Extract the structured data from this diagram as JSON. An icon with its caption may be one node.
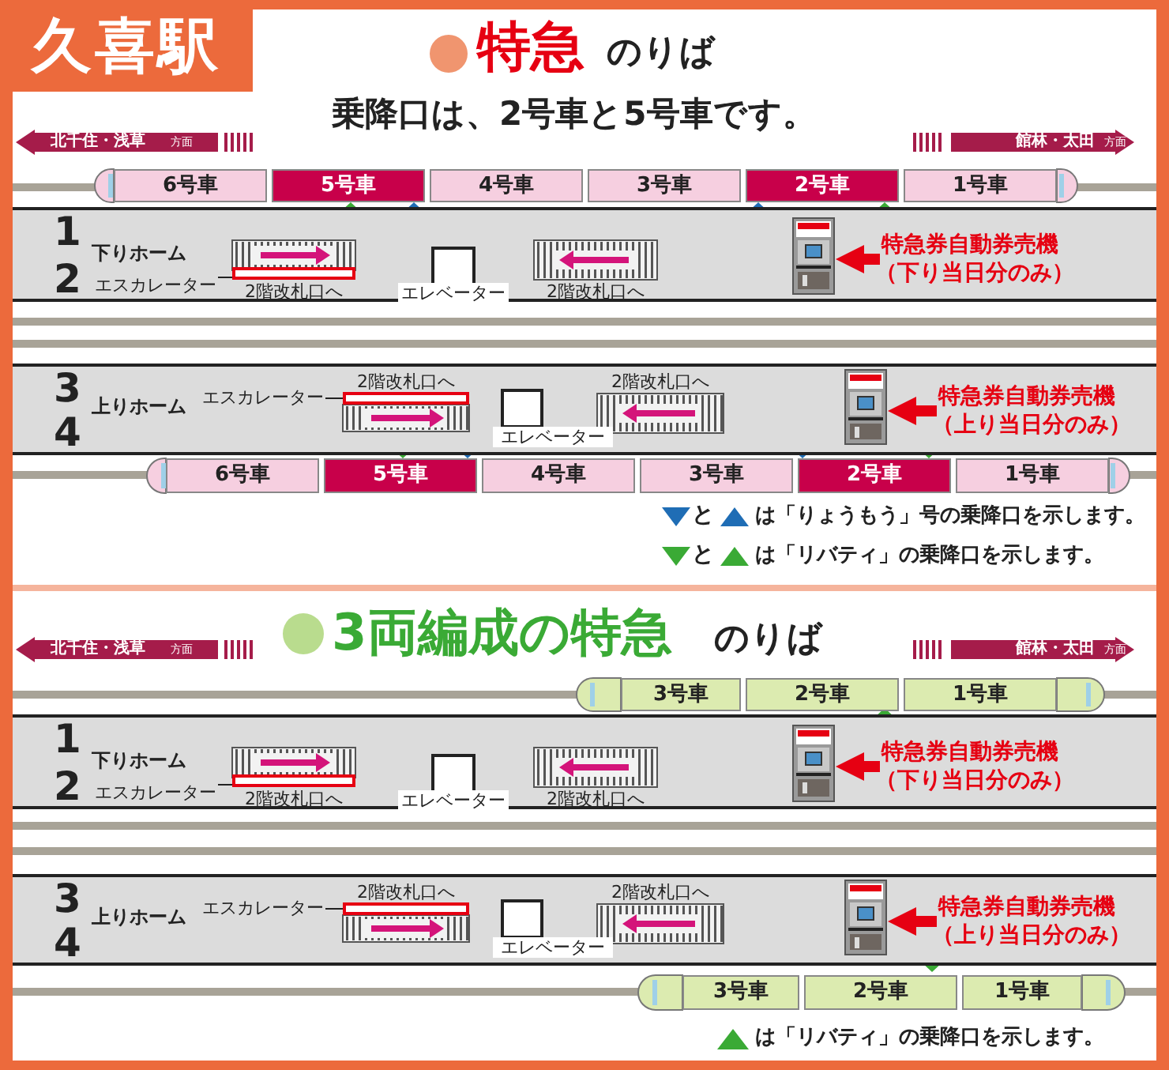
{
  "diagram": {
    "title": "久喜駅",
    "nodes": [
      {
        "text": [
          "北千住・浅草",
          "方面"
        ]
      },
      {
        "text": [
          "館林・太田",
          "方面"
        ]
      },
      {
        "text": [
          "6号車"
        ]
      },
      {
        "text": [
          "5号車"
        ]
      },
      {
        "text": [
          "4号車"
        ]
      },
      {
        "text": [
          "3号車"
        ]
      },
      {
        "text": [
          "2号車"
        ]
      },
      {
        "text": [
          "1号車"
        ]
      },
      {
        "text": [
          "1",
          "下りホーム",
          "2"
        ]
      },
      {
        "text": [
          "2階改札口へ"
        ],
        "in": 8
      },
      {
        "text": [],
        "shape": "box",
        "in": 8
      },
      {
        "text": [
          "エスカレーター"
        ],
        "in": 8
      },
      {
        "text": [
          "エレベーター"
        ],
        "in": 8
      },
      {
        "text": [
          "2階改札口へ"
        ],
        "in": 8
      },
      {
        "text": [],
        "shape": "picture",
        "in": 8
      },
      {
        "text": [
          "特急券自動券売機",
          "（下り当日分のみ）"
        ],
        "in": 8
      },
      {
        "text": [
          "3",
          "上りホーム",
          "4"
        ]
      },
      {
        "text": [
          "エスカレーター"
        ],
        "in": 16
      },
      {
        "text": [
          "2階改札口へ"
        ],
        "in": 16
      },
      {
        "text": [],
        "shape": "box",
        "in": 16
      },
      {
        "text": [
          "エレベーター"
        ],
        "in": 16
      },
      {
        "text": [
          "2階改札口へ"
        ],
        "in": 16
      },
      {
        "text": [],
        "shape": "picture",
        "in": 16
      },
      {
        "text": [
          "特急券自動券売機",
          "（上り当日分のみ）"
        ],
        "in": 16
      },
      {
        "text": [
          "6号車"
        ]
      },
      {
        "text": [
          "5号車"
        ]
      },
      {
        "text": [
          "4号車"
        ]
      },
      {
        "text": [
          "3号車"
        ]
      },
      {
        "text": [
          "2号車"
        ]
      },
      {
        "text": [
          "1号車"
        ]
      },
      {
        "text": [
          "北千住・浅草",
          "方面"
        ]
      },
      {
        "text": [
          "館林・太田",
          "方面"
        ]
      },
      {
        "text": [
          "3号車"
        ]
      },
      {
        "text": [
          "2号車"
        ]
      },
      {
        "text": [
          "1号車"
        ]
      },
      {
        "text": [
          "1",
          "下りホーム",
          "2"
        ]
      },
      {
        "text": [
          "2階改札口へ"
        ],
        "in": 35
      },
      {
        "text": [],
        "shape": "box",
        "in": 35
      },
      {
        "text": [
          "エスカレーター"
        ],
        "in": 35
      },
      {
        "text": [
          "エレベーター"
        ],
        "in": 35
      },
      {
        "text": [
          "2階改札口へ"
        ],
        "in": 35
      },
      {
        "text": [],
        "shape": "picture",
        "in": 35
      },
      {
        "text": [
          "特急券自動券売機",
          "（下り当日分のみ）"
        ],
        "in": 35
      },
      {
        "text": [
          "3",
          "上りホーム",
          "4"
        ]
      },
      {
        "text": [
          "エスカレーター"
        ],
        "in": 43
      },
      {
        "text": [
          "2階改札口へ"
        ],
        "in": 43
      },
      {
        "text": [],
        "shape": "box",
        "in": 43
      },
      {
        "text": [
          "エレベーター"
        ],
        "in": 43
      },
      {
        "text": [
          "2階改札口へ"
        ],
        "in": 43
      },
      {
        "text": [],
        "shape": "picture",
        "in": 43
      },
      {
        "text": [
          "特急券自動券売機",
          "（上り当日分のみ）"
        ],
        "in": 43
      },
      {
        "text": [
          "3号車"
        ]
      },
      {
        "text": [
          "2号車"
        ]
      },
      {
        "text": [
          "1号車"
        ]
      }
    ],
    "edges": [
      {
        "from": 11,
        "to": 10,
        "arrow": "none"
      },
      {
        "from": 15,
        "to": 14,
        "arrow": "to",
        "style": "thick",
        "color": "#e60012"
      },
      {
        "from": 17,
        "to": 19,
        "arrow": "none"
      },
      {
        "from": 23,
        "to": 22,
        "arrow": "to",
        "style": "thick",
        "color": "#e60012"
      },
      {
        "from": 38,
        "to": 37,
        "arrow": "none"
      },
      {
        "from": 42,
        "to": 41,
        "arrow": "to",
        "style": "thick",
        "color": "#e60012"
      },
      {
        "from": 44,
        "to": 46,
        "arrow": "none"
      },
      {
        "from": 50,
        "to": 49,
        "arrow": "to",
        "style": "thick",
        "color": "#e60012"
      }
    ],
    "labels": [
      "特急",
      "のりば",
      "乗降口は、**2**号車と**5**号車です。",
      "と",
      "は「りょうもう」号の乗降口を示します。",
      "と",
      "は「リバティ」の乗降口を示します。",
      "3両編成の特急",
      "のりば",
      "は「リバティ」の乗降口を示します。"
    ]
  }
}
